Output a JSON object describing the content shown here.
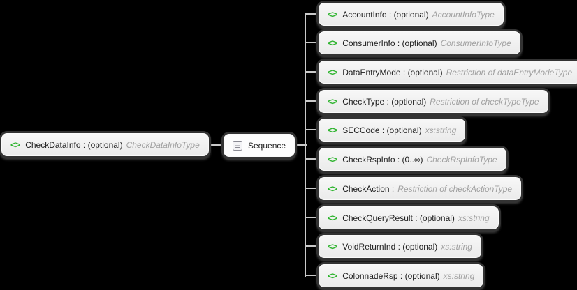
{
  "diagram": {
    "root": {
      "label": "CheckDataInfo : (optional)",
      "type": "CheckDataInfoType"
    },
    "sequence": {
      "label": "Sequence"
    },
    "children": [
      {
        "label": "AccountInfo : (optional)",
        "type": "AccountInfoType"
      },
      {
        "label": "ConsumerInfo : (optional)",
        "type": "ConsumerInfoType"
      },
      {
        "label": "DataEntryMode : (optional)",
        "type": "Restriction of dataEntryModeType"
      },
      {
        "label": "CheckType : (optional)",
        "type": "Restriction of checkTypeType"
      },
      {
        "label": "SECCode : (optional)",
        "type": "xs:string"
      },
      {
        "label": "CheckRspInfo : (0..∞)",
        "type": "CheckRspInfoType"
      },
      {
        "label": "CheckAction :",
        "type": "Restriction of checkActionType"
      },
      {
        "label": "CheckQueryResult : (optional)",
        "type": "xs:string"
      },
      {
        "label": "VoidReturnInd : (optional)",
        "type": "xs:string"
      },
      {
        "label": "ColonnadeRsp : (optional)",
        "type": "xs:string"
      }
    ],
    "icons": {
      "element_glyph": "<>"
    },
    "colors": {
      "background": "#000000",
      "box_fill": "#f0f0f0",
      "sequence_fill": "#fdfdfd",
      "element_icon_green": "#2eb42e",
      "name_text": "#1c1c1c",
      "type_text": "#a0a0a0",
      "connector": "#c9c9c9"
    }
  }
}
